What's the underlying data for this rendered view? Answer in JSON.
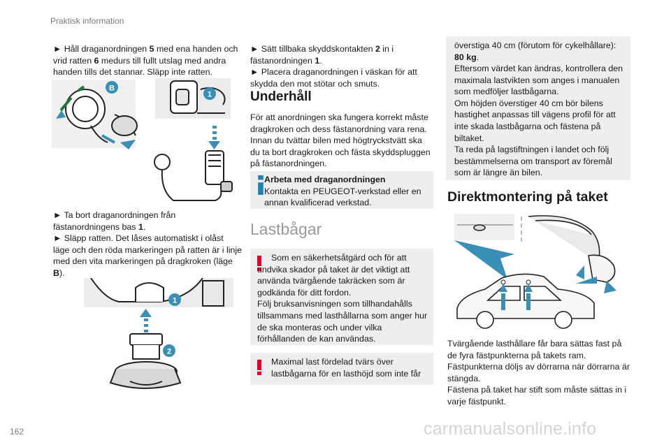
{
  "header": {
    "section": "Praktisk information"
  },
  "footer": {
    "page_number": "162",
    "watermark": "carmanualsonline.info"
  },
  "col1": {
    "p1_a": "► Håll draganordningen ",
    "p1_b": "5",
    "p1_c": " med ena handen och vrid ratten ",
    "p1_d": "6",
    "p1_e": " medurs till fullt utslag med andra handen tills det stannar. Släpp inte ratten.",
    "fig1_label_b": "B",
    "fig1_label_1": "1",
    "p2_a": "► Ta bort draganordningen från fästanordningens bas ",
    "p2_b": "1",
    "p2_c": ".",
    "p3_a": "► Släpp ratten. Det låses automatiskt i olåst läge och den röda markeringen på ratten är i linje med den vita markeringen på dragkroken (läge ",
    "p3_b": "B",
    "p3_c": ").",
    "fig2_label_1": "1",
    "fig2_label_2": "2"
  },
  "col2": {
    "p1_a": "► Sätt tillbaka skyddskontakten ",
    "p1_b": "2",
    "p1_c": " in i fästanordningen ",
    "p1_d": "1",
    "p1_e": ".",
    "p2": "► Placera draganordningen i väskan för att skydda den mot stötar och smuts.",
    "h_underhall": "Underhåll",
    "p3": "För att anordningen ska fungera korrekt måste dragkroken och dess fästanordning vara rena. Innan du tvättar bilen med högtryckstvätt ska du ta bort dragkroken och fästa skyddspluggen på fästanordningen.",
    "info_title": "Arbeta med draganordningen",
    "info_text": "Kontakta en PEUGEOT-verkstad eller en annan kvalificerad verkstad.",
    "h_lastbagar": "Lastbågar",
    "warn1": "Som en säkerhetsåtgärd och för att undvika skador på taket är det viktigt att använda tvärgående takräcken som är godkända för ditt fordon.\nFölj bruksanvisningen som tillhandahålls tillsammans med lasthållarna som anger hur de ska monteras och under vilka förhållanden de kan användas.",
    "warn2": "Maximal last fördelad tvärs över lastbågarna för en lasthöjd som inte får"
  },
  "col3": {
    "box_a": "överstiga 40 cm (förutom för cykelhållare): ",
    "box_b": "80 kg",
    "box_c": ".",
    "box_rest": "Eftersom värdet kan ändras, kontrollera den maximala lastvikten som anges i manualen som medföljer lastbågarna.\nOm höjden överstiger 40 cm bör bilens hastighet anpassas till vägens profil för att inte skada lastbågarna och fästena på biltaket.\nTa reda på lagstiftningen i landet och följ bestämmelserna om transport av föremål som är längre än bilen.",
    "h_direkt": "Direktmontering på taket",
    "p1": "Tvärgående lasthållare får bara sättas fast på de fyra fästpunkterna på takets ram. Fästpunkterna döljs av dörrarna när dörrarna är stängda.\nFästena på taket har stift som måste sättas in i varje fästpunkt."
  },
  "colors": {
    "accent": "#3a8fb7",
    "warning": "#e4002b",
    "info": "#1f82b4",
    "box_bg": "#eeeeee"
  }
}
